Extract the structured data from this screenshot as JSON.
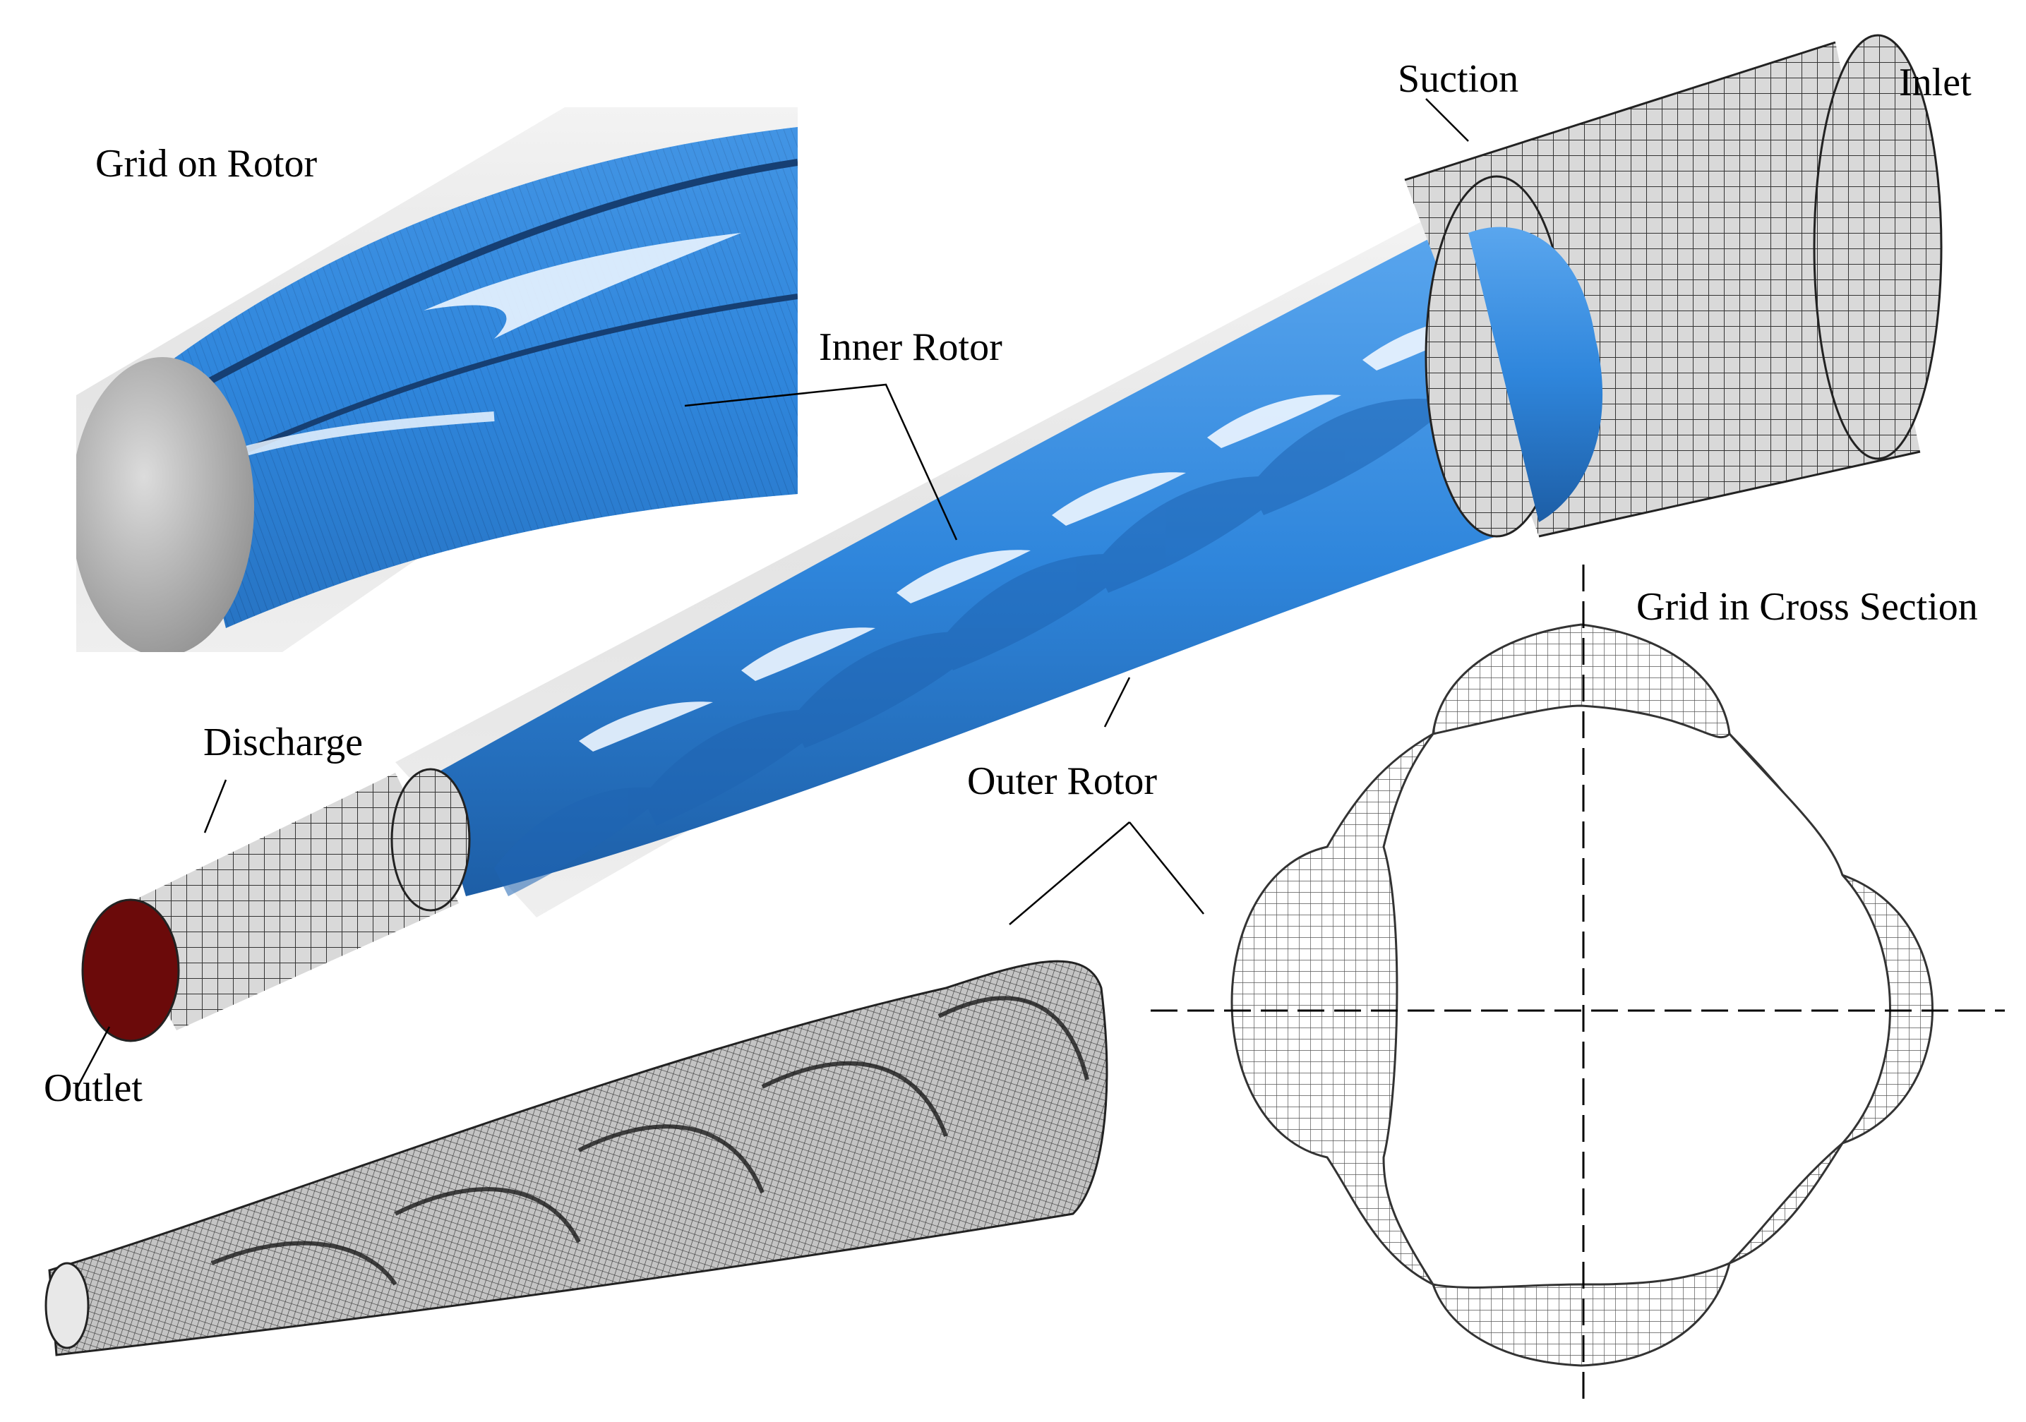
{
  "labels": {
    "grid_on_rotor": "Grid on Rotor",
    "inner_rotor": "Inner Rotor",
    "suction": "Suction",
    "inlet": "Inlet",
    "discharge": "Discharge",
    "outer_rotor": "Outer Rotor",
    "outlet": "Outlet",
    "grid_in_cross_section": "Grid in Cross Section"
  },
  "colors": {
    "rotor_blue": "#2f86dc",
    "rotor_highlight": "#e6f2ff",
    "casing_gray": "#bdbdbd",
    "mesh_line": "#2a2a2a",
    "outlet_face": "#6b0a0a",
    "axis_line": "#000000"
  }
}
